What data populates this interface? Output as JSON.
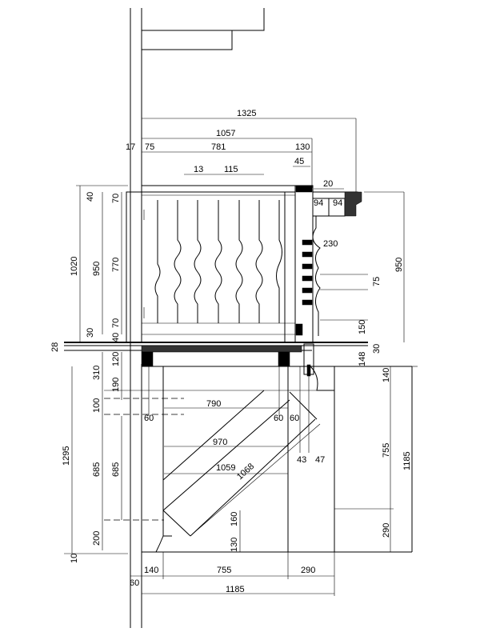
{
  "dimensions": {
    "top_1325": "1325",
    "top_1057": "1057",
    "top_781": "781",
    "top_130": "130",
    "top_17": "17",
    "top_75": "75",
    "top_45": "45",
    "top_13": "13",
    "top_115": "115",
    "top_20": "20",
    "top_94a": "94",
    "top_94b": "94",
    "side_230": "230",
    "left_1020": "1020",
    "left_950": "950",
    "left_770": "770",
    "left_40a": "40",
    "left_70a": "70",
    "left_30": "30",
    "left_40b": "40",
    "left_70b": "70",
    "left_28": "28",
    "right_950": "950",
    "right_75": "75",
    "right_150": "150",
    "right_30": "30",
    "right_148": "148",
    "left_310": "310",
    "left_120": "120",
    "left_190": "190",
    "left_100": "100",
    "left_1295": "1295",
    "left_685a": "685",
    "left_685b": "685",
    "left_200": "200",
    "left_10": "10",
    "mid_790": "790",
    "mid_60a": "60",
    "mid_60b": "60",
    "mid_60c": "60",
    "mid_970": "970",
    "mid_1059": "1059",
    "mid_1068": "1068",
    "mid_43": "43",
    "mid_47": "47",
    "mid_160": "160",
    "mid_130": "130",
    "right_140": "140",
    "right_755": "755",
    "right_1185": "1185",
    "right_290": "290",
    "bot_140": "140",
    "bot_755": "755",
    "bot_290": "290",
    "bot_60": "60",
    "bot_1185": "1185"
  }
}
